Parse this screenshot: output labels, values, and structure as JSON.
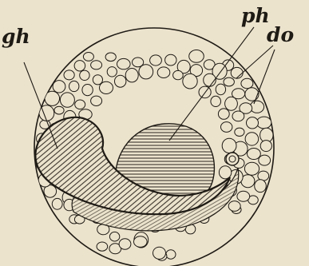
{
  "labels": {
    "gh": "gh",
    "ph": "ph",
    "do": "do"
  },
  "colors": {
    "paper": "#ece3cd",
    "ink": "#1e1a14",
    "hatch": "#3a332a"
  }
}
